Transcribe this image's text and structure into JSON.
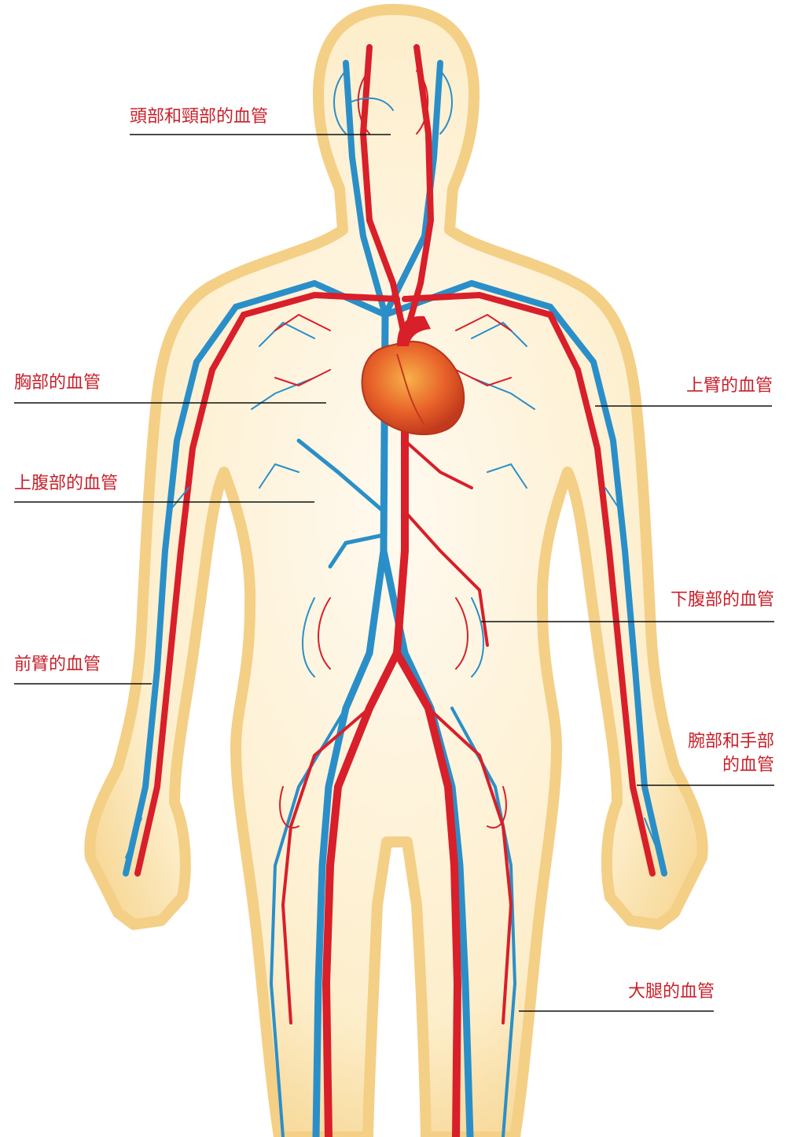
{
  "labels": {
    "head_neck": "頭部和頸部的血管",
    "chest": "胸部的血管",
    "upper_abdomen": "上腹部的血管",
    "forearm": "前臂的血管",
    "upper_arm": "上臂的血管",
    "lower_abdomen": "下腹部的血管",
    "wrist_hand_line1": "腕部和手部",
    "wrist_hand_line2": "的血管",
    "thigh": "大腿的血管"
  },
  "colors": {
    "artery": "#d81f2a",
    "vein": "#2a8fc8",
    "skin": "#fde9bf",
    "skin_edge": "#f4cf86",
    "heart": "#e8622a",
    "label": "#c8202a"
  }
}
